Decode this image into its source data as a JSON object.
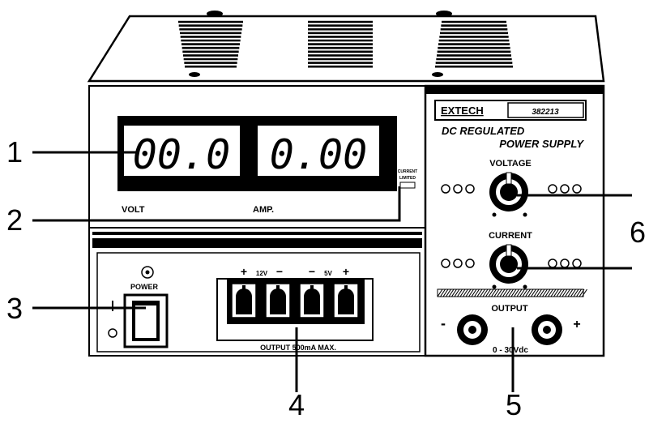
{
  "panel": {
    "brand": "EXTECH",
    "model": "382213",
    "title_line1": "DC REGULATED",
    "title_line2": "POWER SUPPLY",
    "volt_reading": "00.0",
    "amp_reading": "0.00",
    "volt_label": "VOLT",
    "amp_label": "AMP.",
    "current_limited_line1": "CURRENT",
    "current_limited_line2": "LIMITED",
    "voltage_knob_label": "VOLTAGE",
    "current_knob_label": "CURRENT",
    "output_label": "OUTPUT",
    "output_minus": "-",
    "output_plus": "+",
    "output_rating": "0 - 30Vdc",
    "power_label": "POWER",
    "fixed_output_label": "OUTPUT 500mA MAX.",
    "terminal_12v": "12V",
    "terminal_5v": "5V",
    "terminal_plus": "+",
    "terminal_minus": "−"
  },
  "callouts": [
    {
      "number": "1"
    },
    {
      "number": "2"
    },
    {
      "number": "3"
    },
    {
      "number": "4"
    },
    {
      "number": "5"
    },
    {
      "number": "6"
    }
  ]
}
